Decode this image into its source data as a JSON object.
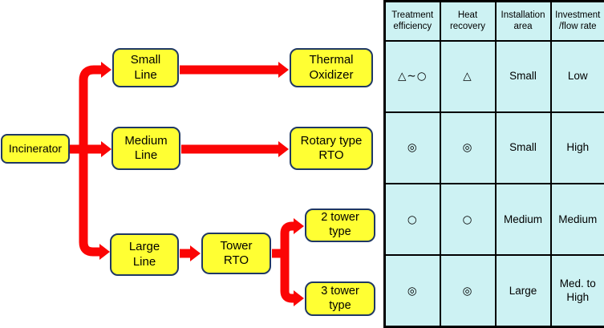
{
  "colors": {
    "background": "#ffffff",
    "box_fill": "#ffff33",
    "box_border": "#1f3864",
    "arrow": "#fb0505",
    "table_bg": "#cdf2f3",
    "table_border": "#000000",
    "text": "#000000"
  },
  "flowchart": {
    "nodes": {
      "incinerator": {
        "label": "Incinerator"
      },
      "small_line": {
        "label": "Small\nLine"
      },
      "thermal_oxidizer": {
        "label": "Thermal\nOxidizer"
      },
      "medium_line": {
        "label": "Medium\nLine"
      },
      "rotary_rto": {
        "label": "Rotary type\nRTO"
      },
      "large_line": {
        "label": "Large\nLine"
      },
      "tower_rto": {
        "label": "Tower\nRTO"
      },
      "two_tower": {
        "label": "2 tower\ntype"
      },
      "three_tower": {
        "label": "3 tower\ntype"
      }
    },
    "connections": [
      "incinerator -> small_line",
      "incinerator -> medium_line",
      "incinerator -> large_line",
      "small_line -> thermal_oxidizer",
      "medium_line -> rotary_rto",
      "large_line -> tower_rto",
      "tower_rto -> two_tower",
      "tower_rto -> three_tower"
    ]
  },
  "table": {
    "headers": [
      "Treatment efficiency",
      "Heat recovery",
      "Installation area",
      "Investment /flow rate"
    ],
    "rows": [
      {
        "cells": [
          "△∼○",
          "△",
          "Small",
          "Low"
        ]
      },
      {
        "cells": [
          "◎",
          "◎",
          "Small",
          "High"
        ]
      },
      {
        "cells": [
          "○",
          "○",
          "Medium",
          "Medium"
        ]
      },
      {
        "cells": [
          "◎",
          "◎",
          "Large",
          "Med. to High"
        ]
      }
    ]
  }
}
